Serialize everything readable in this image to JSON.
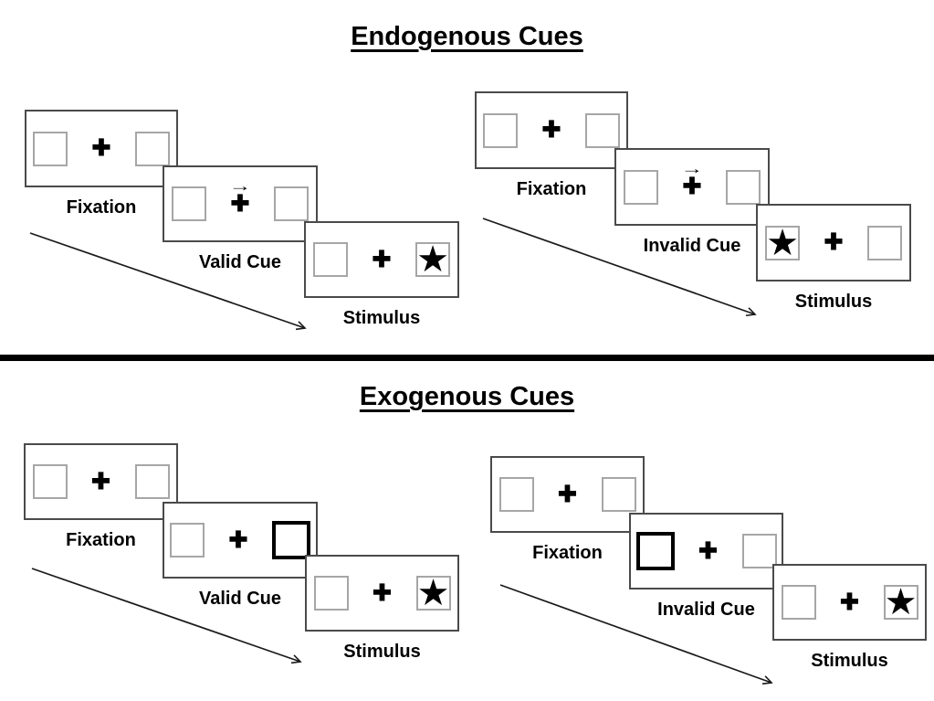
{
  "glyphs": {
    "plus": "✚",
    "star": "★",
    "cue_arrow": "→"
  },
  "colors": {
    "background": "#ffffff",
    "panel_border": "#4a4a4a",
    "box_border": "#a6a6a6",
    "highlight_box_border": "#000000",
    "divider": "#000000",
    "text": "#000000"
  },
  "sections": [
    {
      "title": "Endogenous Cues",
      "cue_style": "central arrow above fixation cross",
      "sequences": [
        {
          "name": "valid",
          "steps": [
            {
              "label": "Fixation",
              "left_box": "empty",
              "center": "fixation-cross",
              "right_box": "empty"
            },
            {
              "label": "Valid Cue",
              "left_box": "empty",
              "center": "fixation-cross-with-right-arrow",
              "right_box": "empty"
            },
            {
              "label": "Stimulus",
              "left_box": "empty",
              "center": "fixation-cross",
              "right_box": "star"
            }
          ]
        },
        {
          "name": "invalid",
          "steps": [
            {
              "label": "Fixation",
              "left_box": "empty",
              "center": "fixation-cross",
              "right_box": "empty"
            },
            {
              "label": "Invalid Cue",
              "left_box": "empty",
              "center": "fixation-cross-with-right-arrow",
              "right_box": "empty"
            },
            {
              "label": "Stimulus",
              "left_box": "star",
              "center": "fixation-cross",
              "right_box": "empty"
            }
          ]
        }
      ]
    },
    {
      "title": "Exogenous Cues",
      "cue_style": "peripheral box highlighted with thick black border",
      "sequences": [
        {
          "name": "valid",
          "steps": [
            {
              "label": "Fixation",
              "left_box": "empty",
              "center": "fixation-cross",
              "right_box": "empty"
            },
            {
              "label": "Valid Cue",
              "left_box": "empty",
              "center": "fixation-cross",
              "right_box": "highlighted"
            },
            {
              "label": "Stimulus",
              "left_box": "empty",
              "center": "fixation-cross",
              "right_box": "star"
            }
          ]
        },
        {
          "name": "invalid",
          "steps": [
            {
              "label": "Fixation",
              "left_box": "empty",
              "center": "fixation-cross",
              "right_box": "empty"
            },
            {
              "label": "Invalid Cue",
              "left_box": "highlighted",
              "center": "fixation-cross",
              "right_box": "empty"
            },
            {
              "label": "Stimulus",
              "left_box": "empty",
              "center": "fixation-cross",
              "right_box": "star"
            }
          ]
        }
      ]
    }
  ]
}
